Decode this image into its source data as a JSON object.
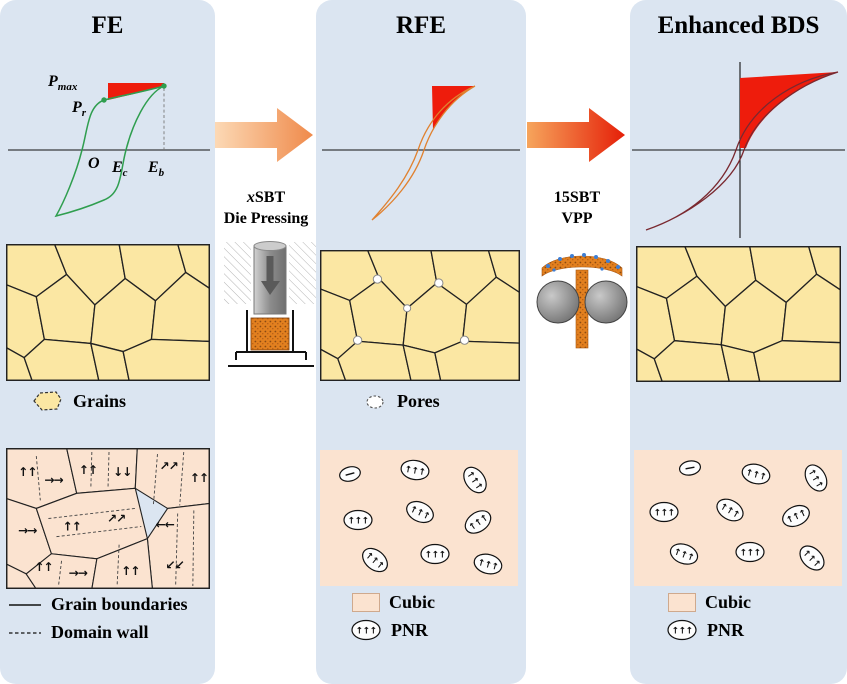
{
  "figure": {
    "colors": {
      "panel_bg": "#dbe5f1",
      "grain_fill": "#fbe7a3",
      "cubic_fill": "#fbe3d0",
      "fe_loop": "#2f9e4f",
      "rfe_loop": "#e0812f",
      "bds_loop": "#7a2930",
      "energy_fill": "#ee1c0c"
    },
    "glyphs": {
      "pnr_arrows": "↑↑↑",
      "pair_up": "↑↑",
      "pair_down": "↓↓",
      "pair_right": "→→",
      "pair_left": "←←",
      "pair_upright": "↗↗",
      "pair_downleft": "↙↙"
    },
    "panels": {
      "fe": {
        "title": "FE",
        "plot": {
          "pmax_base": "P",
          "pmax_sub": "max",
          "pr_base": "P",
          "pr_sub": "r",
          "origin": "O",
          "ec_base": "E",
          "ec_sub": "c",
          "eb_base": "E",
          "eb_sub": "b"
        },
        "grains_label": "Grains",
        "legend": [
          {
            "label": "Grain boundaries"
          },
          {
            "label": "Domain wall"
          }
        ]
      },
      "rfe": {
        "title": "RFE",
        "pores_label": "Pores",
        "legend": [
          {
            "label": "Cubic"
          },
          {
            "label": "PNR"
          }
        ]
      },
      "bds": {
        "title": "Enhanced BDS",
        "legend": [
          {
            "label": "Cubic"
          },
          {
            "label": "PNR"
          }
        ]
      }
    },
    "processes": {
      "step1": {
        "material_prefix": "x",
        "material": "SBT",
        "method": "Die Pressing"
      },
      "step2": {
        "material": "15SBT",
        "method": "VPP"
      }
    }
  }
}
